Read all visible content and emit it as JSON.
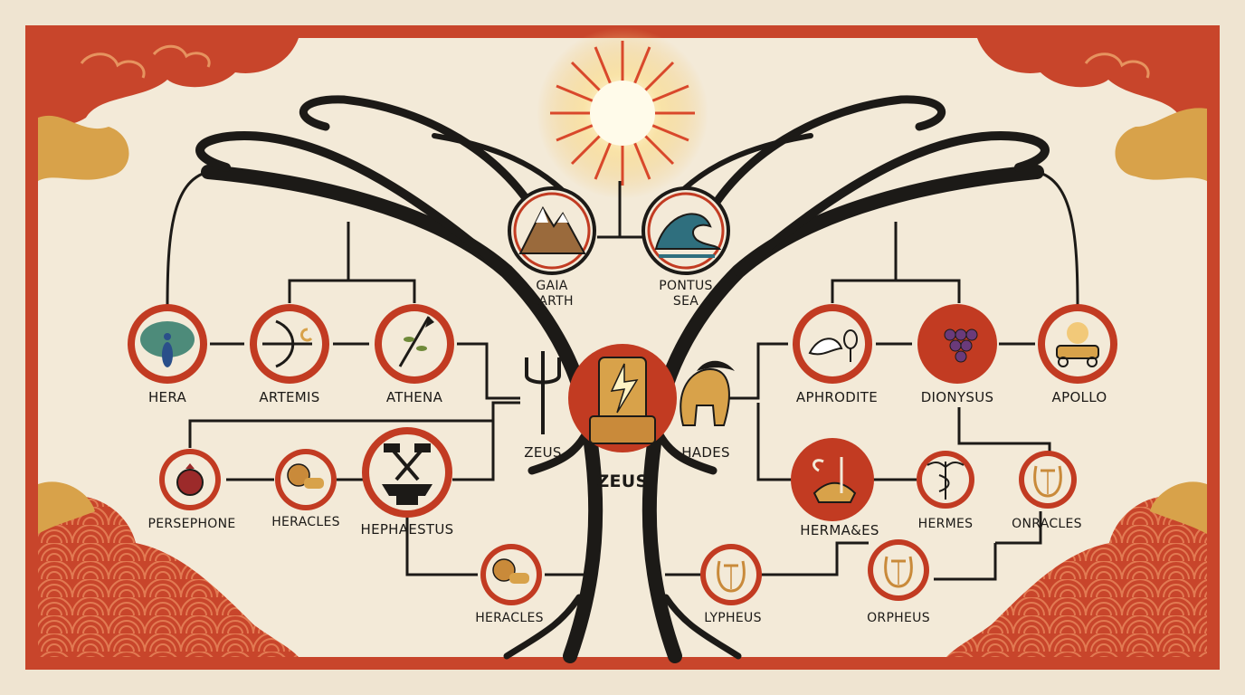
{
  "colors": {
    "paper": "#f1e8d6",
    "border_red": "#c8452b",
    "ring_red": "#c23b22",
    "gold": "#d8a24a",
    "ink": "#1c1a17"
  },
  "nodes": {
    "gaia": {
      "label_top": "GAIA",
      "label_bottom": "EARTH",
      "icon": "mountain-icon"
    },
    "pontus": {
      "label_top": "PONTUS",
      "label_bottom": "SEA",
      "icon": "wave-icon"
    },
    "hera": {
      "label": "HERA",
      "icon": "peacock-icon"
    },
    "artemis": {
      "label": "ARTEMIS",
      "icon": "bow-arrow-icon"
    },
    "athena": {
      "label": "ATHENA",
      "icon": "spear-olive-icon"
    },
    "zeus_small": {
      "label": "ZEUS",
      "icon": "trident-icon"
    },
    "zeus": {
      "label": "ZEUS",
      "icon": "throne-lightning-icon"
    },
    "hades": {
      "label": "HADES",
      "icon": "helmet-icon"
    },
    "aphrodite": {
      "label": "APHRODITE",
      "icon": "dove-mirror-icon"
    },
    "dionysus": {
      "label": "DIONYSUS",
      "icon": "grapes-icon"
    },
    "apollo": {
      "label": "APOLLO",
      "icon": "sun-chariot-icon"
    },
    "persephone": {
      "label": "PERSEPHONE",
      "icon": "pomegranate-icon"
    },
    "heracles1": {
      "label": "HERACLES",
      "icon": "lion-icon"
    },
    "hephaestus": {
      "label": "HEPHAESTUS",
      "icon": "anvil-hammer-icon"
    },
    "hermases": {
      "label": "HERMA&ES",
      "icon": "winged-sandal-icon"
    },
    "hermes": {
      "label": "HERMES",
      "icon": "caduceus-icon"
    },
    "onracles": {
      "label": "ONRACLES",
      "icon": "lyre-icon"
    },
    "heracles2": {
      "label": "HERACLES",
      "icon": "lion-icon"
    },
    "lypheus": {
      "label": "LYPHEUS",
      "icon": "lyre-icon"
    },
    "orpheus": {
      "label": "ORPHEUS",
      "icon": "lyre-icon"
    }
  }
}
